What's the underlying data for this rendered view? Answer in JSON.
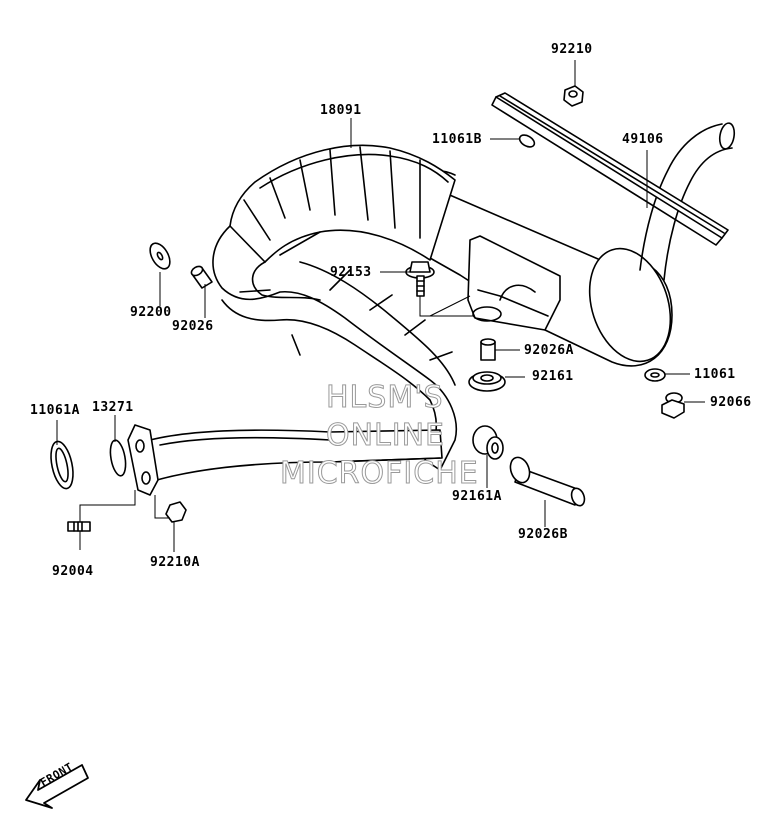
{
  "parts": [
    {
      "id": "p18091",
      "number": "18091"
    },
    {
      "id": "p92210",
      "number": "92210"
    },
    {
      "id": "p11061B",
      "number": "11061B"
    },
    {
      "id": "p49106",
      "number": "49106"
    },
    {
      "id": "p92153",
      "number": "92153"
    },
    {
      "id": "p92200",
      "number": "92200"
    },
    {
      "id": "p92026",
      "number": "92026"
    },
    {
      "id": "p92026A",
      "number": "92026A"
    },
    {
      "id": "p92161",
      "number": "92161"
    },
    {
      "id": "p11061",
      "number": "11061"
    },
    {
      "id": "p92066",
      "number": "92066"
    },
    {
      "id": "p11061A",
      "number": "11061A"
    },
    {
      "id": "p13271",
      "number": "13271"
    },
    {
      "id": "p92161A",
      "number": "92161A"
    },
    {
      "id": "p92026B",
      "number": "92026B"
    },
    {
      "id": "p92004",
      "number": "92004"
    },
    {
      "id": "p92210A",
      "number": "92210A"
    }
  ],
  "watermark": {
    "line1": "HLSM'S",
    "line2": "ONLINE",
    "line3": "MICROFICHE"
  },
  "front_marker": {
    "label": "FRONT"
  }
}
